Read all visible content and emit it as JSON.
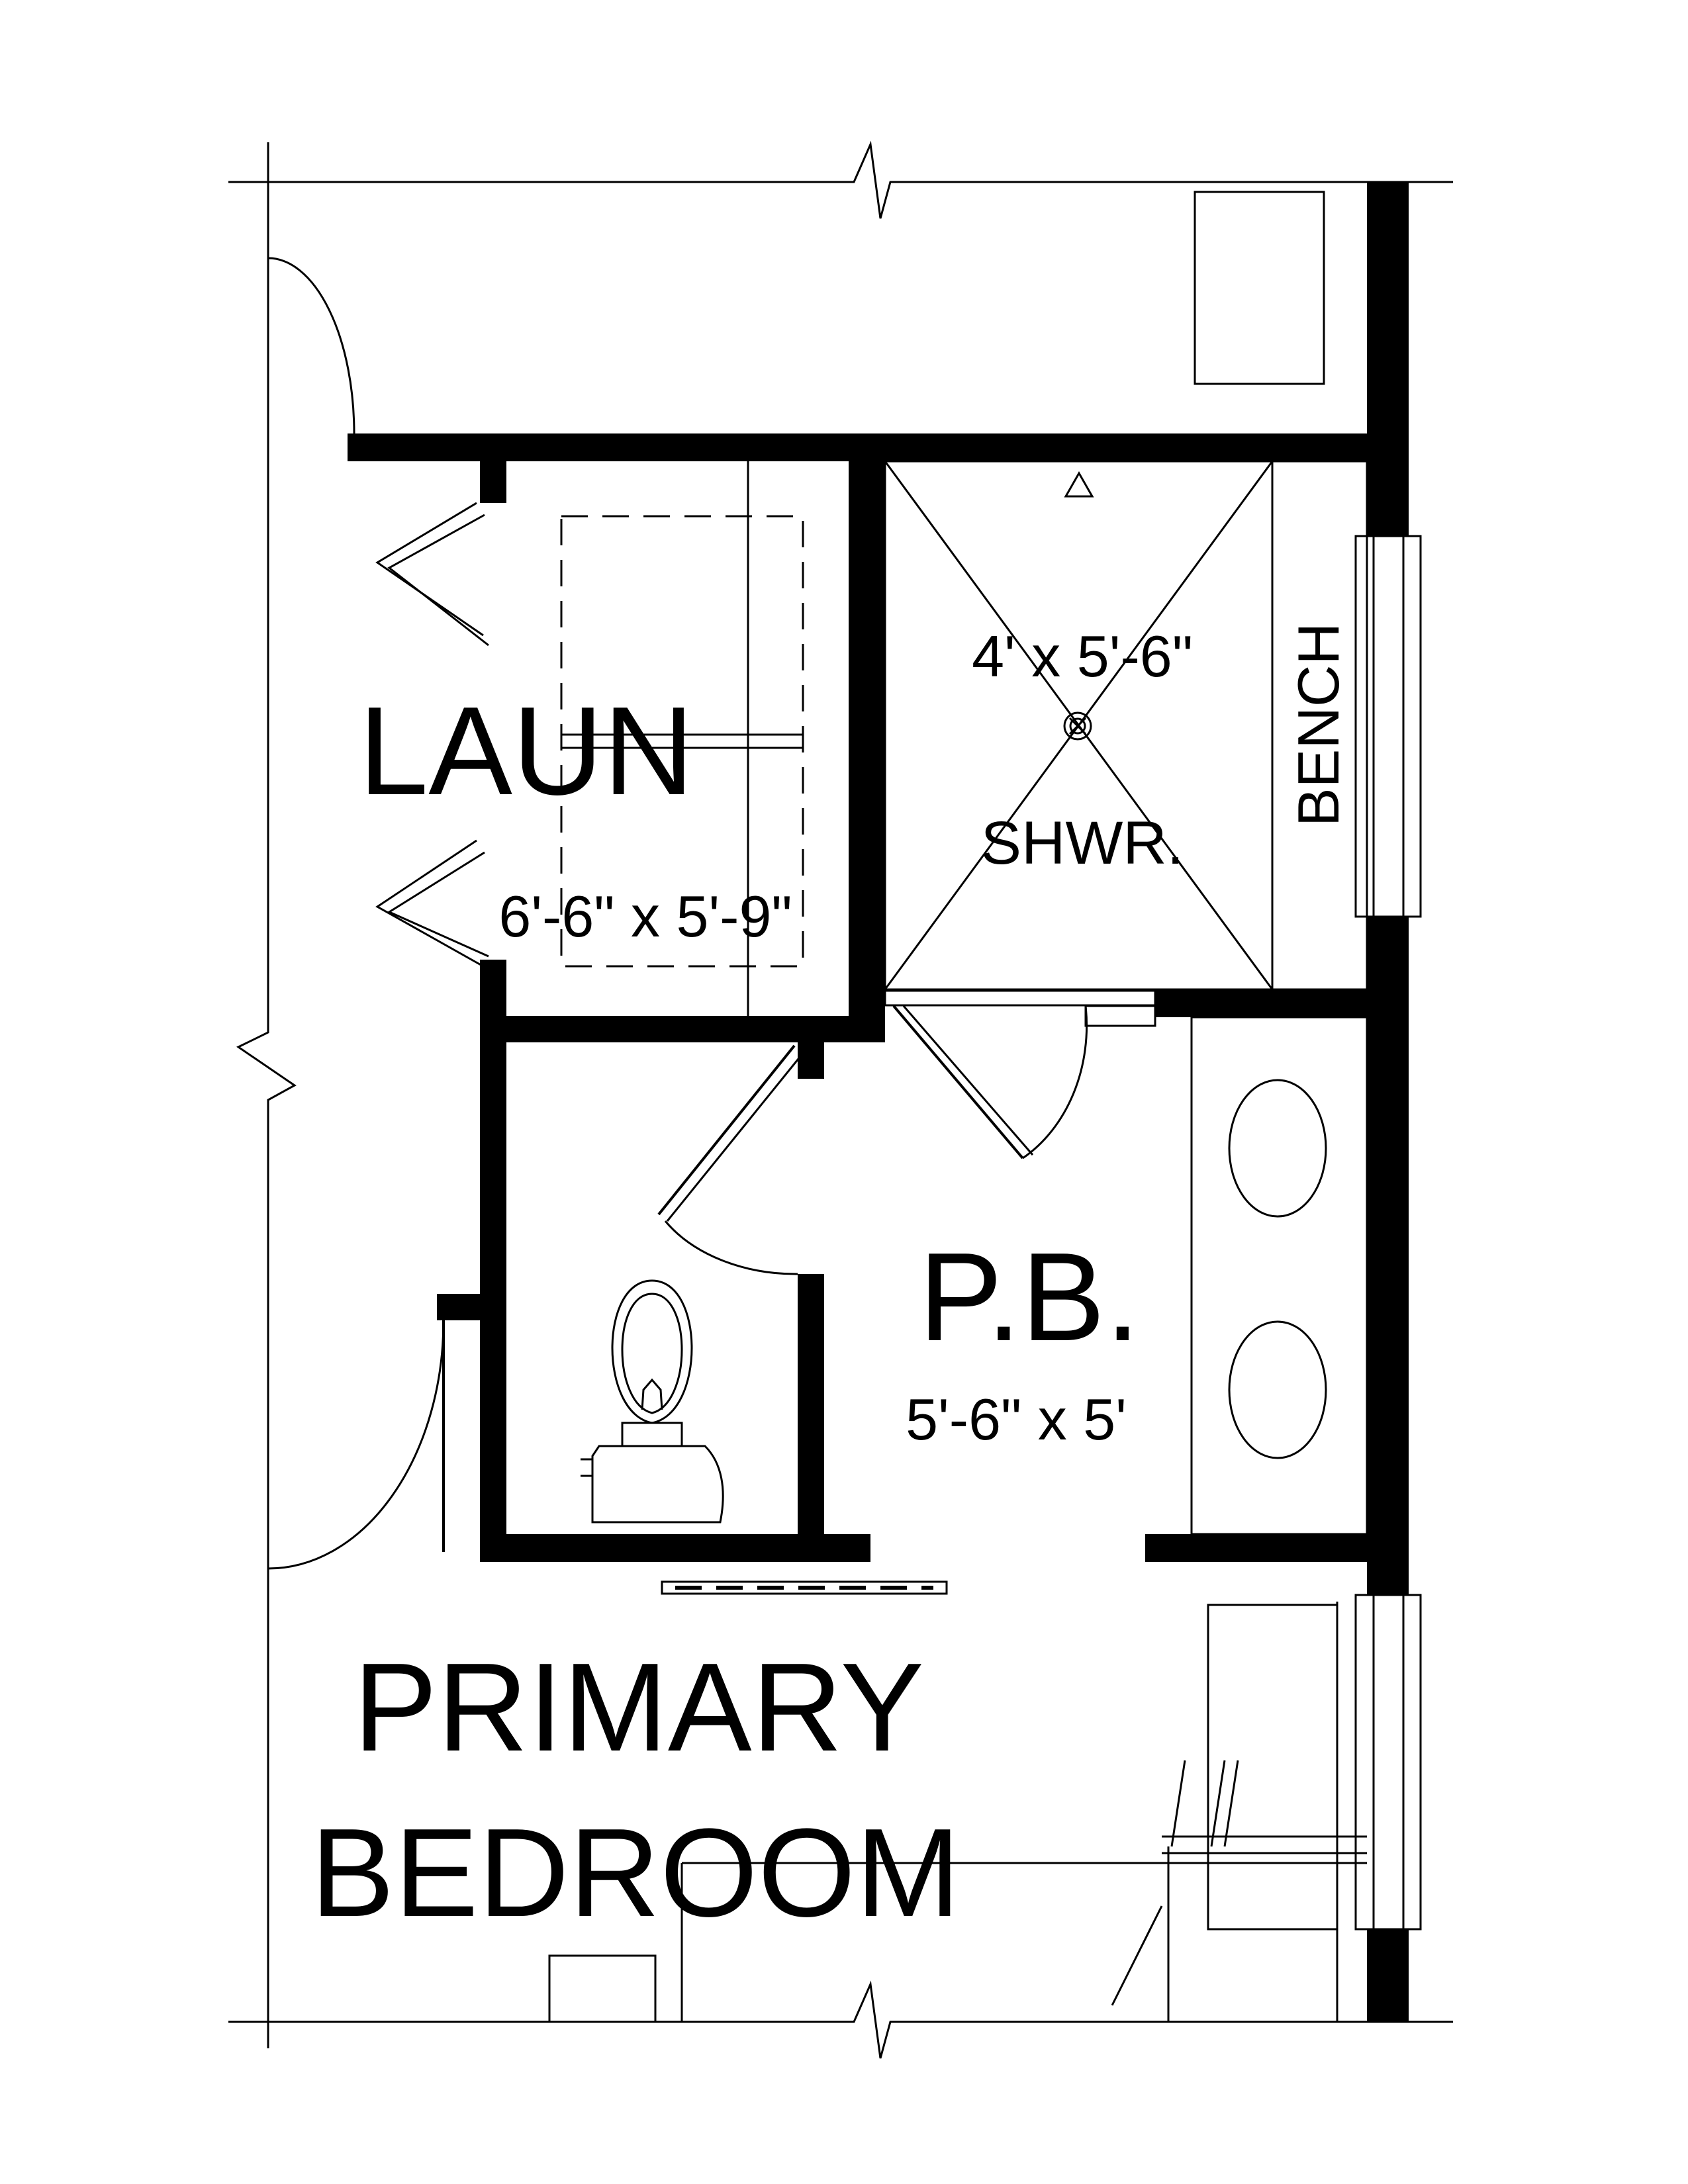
{
  "rooms": {
    "laundry": {
      "name": "LAUN",
      "size": "6'-6\" x 5'-9\""
    },
    "shower": {
      "size": "4' x 5'-6\"",
      "name": "SHWR."
    },
    "bench": {
      "name": "BENCH"
    },
    "primary_bath": {
      "name": "P.B.",
      "size": "5'-6\" x 5'"
    },
    "primary_bedroom": {
      "line1": "PRIMARY",
      "line2": "BEDROOM"
    }
  }
}
